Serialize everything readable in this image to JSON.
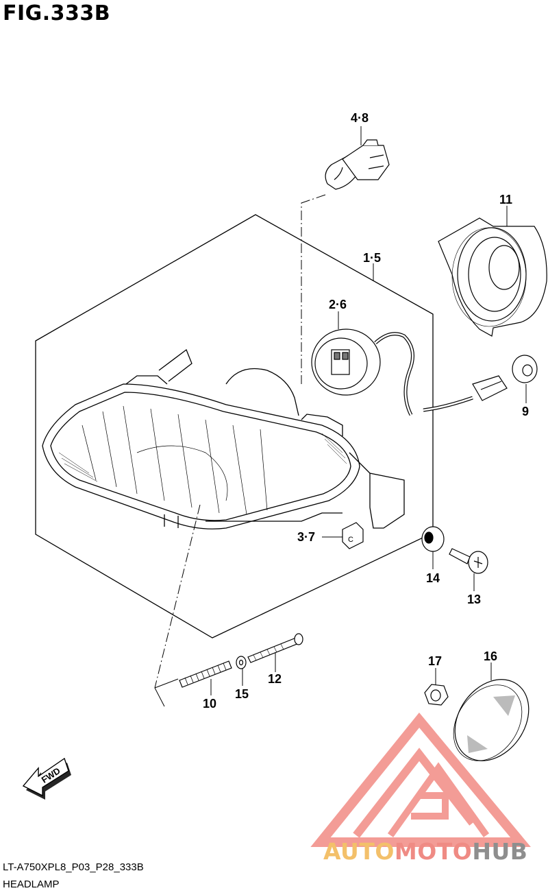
{
  "figure": {
    "title": "FIG.333B",
    "model_code": "LT-A750XPL8_P03_P28_333B",
    "section_name": "HEADLAMP"
  },
  "callouts": {
    "bulb": "4·8",
    "headlamp_assy": "1·5",
    "socket": "2·6",
    "cover": "11",
    "grommet": "9",
    "clip": "3·7",
    "cushion": "14",
    "screw": "13",
    "spring": "10",
    "washer": "15",
    "adjust_screw": "12",
    "nut": "17",
    "reflector": "16"
  },
  "fwd_label": "FWD",
  "watermark": {
    "part1": "AUTO",
    "part2": "MOTO",
    "part3": "HUB",
    "colors": {
      "auto": "#f3c06a",
      "moto": "#ef8b84",
      "hub": "#8e8e8e",
      "logo": "#ef7c74"
    }
  }
}
